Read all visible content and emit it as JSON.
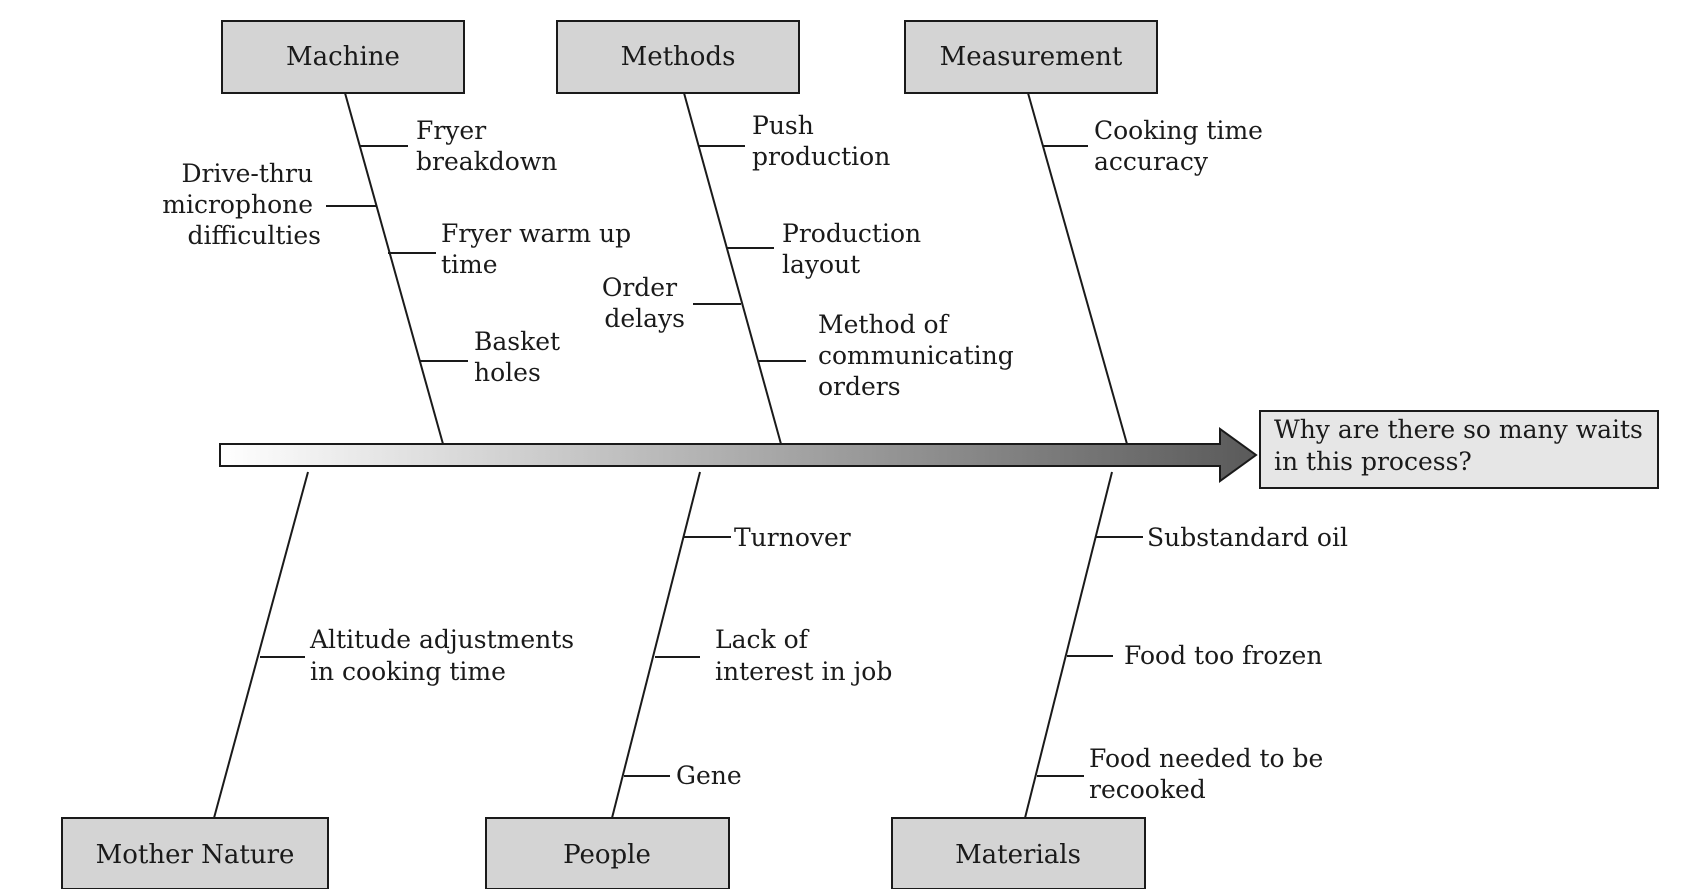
{
  "effect": {
    "lines": [
      "Why are there so many waits",
      "in this process?"
    ]
  },
  "categories": [
    {
      "name": "Machine",
      "causes": [
        {
          "lines": [
            "Fryer",
            "breakdown"
          ]
        },
        {
          "lines": [
            "Drive-thru",
            "microphone",
            "difficulties"
          ]
        },
        {
          "lines": [
            "Fryer warm up",
            "time"
          ]
        },
        {
          "lines": [
            "Basket",
            "holes"
          ]
        }
      ]
    },
    {
      "name": "Methods",
      "causes": [
        {
          "lines": [
            "Push",
            "production"
          ]
        },
        {
          "lines": [
            "Production",
            "layout"
          ]
        },
        {
          "lines": [
            "Order",
            "delays"
          ]
        },
        {
          "lines": [
            "Method of",
            "communicating",
            "orders"
          ]
        }
      ]
    },
    {
      "name": "Measurement",
      "causes": [
        {
          "lines": [
            "Cooking time",
            "accuracy"
          ]
        }
      ]
    },
    {
      "name": "Mother Nature",
      "causes": [
        {
          "lines": [
            "Altitude adjustments",
            "in cooking time"
          ]
        }
      ]
    },
    {
      "name": "People",
      "causes": [
        {
          "lines": [
            "Turnover"
          ]
        },
        {
          "lines": [
            "Lack of",
            "interest in job"
          ]
        },
        {
          "lines": [
            "Gene"
          ]
        }
      ]
    },
    {
      "name": "Materials",
      "causes": [
        {
          "lines": [
            "Substandard oil"
          ]
        },
        {
          "lines": [
            "Food too frozen"
          ]
        },
        {
          "lines": [
            "Food needed to be",
            "recooked"
          ]
        }
      ]
    }
  ]
}
